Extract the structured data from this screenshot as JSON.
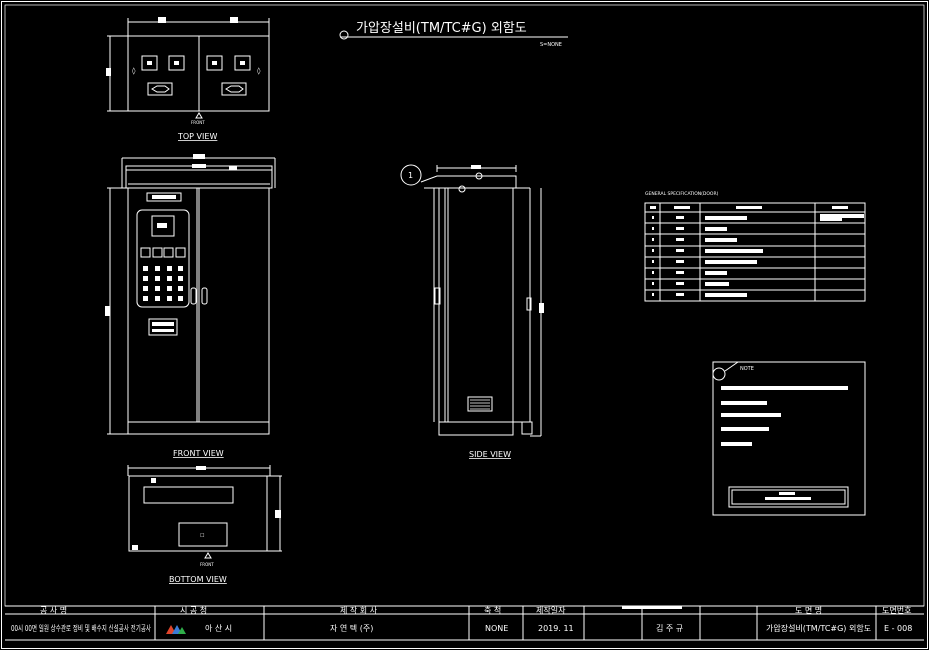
{
  "drawing": {
    "title": "가압장설비(TM/TC#G) 외함도",
    "scale_note": "S=NONE",
    "views": {
      "top": "TOP VIEW",
      "front": "FRONT VIEW",
      "side": "SIDE VIEW",
      "bottom": "BOTTOM VIEW"
    },
    "front_marker": "FRONT",
    "spec_table_title": "GENERAL SPECIFICATION(DOOR)",
    "note_label": "NOTE"
  },
  "title_block": {
    "headers": [
      "공 사 명",
      "시 공 청",
      "제 작 회 사",
      "축 척",
      "제작일자",
      "",
      "",
      "도 면 명",
      "도면번호"
    ],
    "project": "00시 00면 일원 상수관로 정비 및 배수지 신설공사 전기공사",
    "client": "아 산 시",
    "maker": "자 연 텍 (주)",
    "scale": "NONE",
    "date": "2019. 11",
    "approver": "",
    "designer": "김 주 규",
    "drawing_name": "가압장설비(TM/TC#G) 외함도",
    "drawing_no": "E - 008"
  },
  "colors": {
    "background": "#000000",
    "lines": "#ffffff",
    "logo": [
      "#e0442b",
      "#3a7bd5",
      "#2fae49"
    ]
  }
}
